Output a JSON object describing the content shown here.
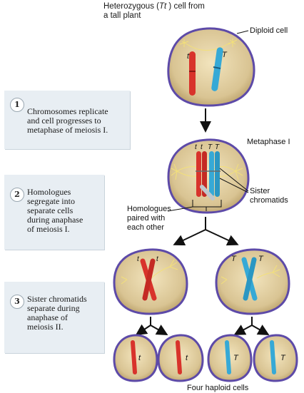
{
  "header": {
    "line1_prefix": "Heterozygous (",
    "line1_genotype": "Tt",
    "line1_suffix": " ) cell from",
    "line2": "a tall plant"
  },
  "labels": {
    "diploid_cell": "Diploid cell",
    "metaphase": "Metaphase I",
    "sister_chromatids": "Sister\nchromatids",
    "homologues_paired": "Homologues\npaired with\neach other",
    "four_haploid": "Four haploid cells"
  },
  "alleles": {
    "recessive": "t",
    "dominant": "T"
  },
  "steps": [
    {
      "num": "1",
      "text": "Chromosomes replicate\nand cell progresses to\nmetaphase of meiosis I."
    },
    {
      "num": "2",
      "text": "Homologues\nsegregate into\nseparate cells\nduring anaphase\nof meiosis I."
    },
    {
      "num": "3",
      "text": "Sister chromatids\nseparate during\nanaphase of\nmeiosis II."
    }
  ],
  "colors": {
    "cell_fill": "#d9c493",
    "cell_edge": "#5d4aa8",
    "red_chromosome": "#d8332b",
    "blue_chromosome": "#36a9d6",
    "step_box": "#e8eef3"
  }
}
